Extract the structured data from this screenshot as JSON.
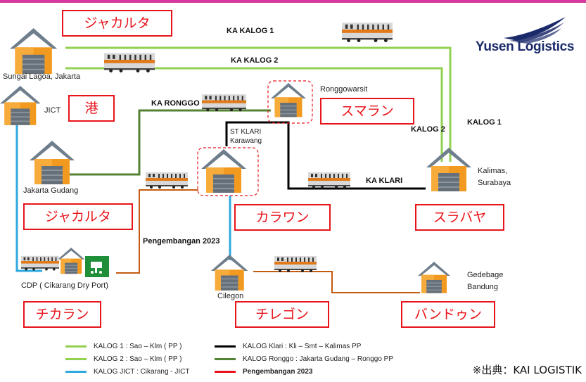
{
  "colors": {
    "kalog1": "#92d050",
    "kalog2": "#92d050",
    "jict": "#30a8e0",
    "klari": "#000000",
    "ronggo": "#548235",
    "dev2023": "#c55a11",
    "accent": "#e8141b"
  },
  "region_labels": {
    "jakarta_top": "ジャカルタ",
    "port": "港",
    "semarang": "スマラン",
    "jakarta_mid": "ジャカルタ",
    "karawang": "カラワン",
    "surabaya": "スラバヤ",
    "cikarang": "チカラン",
    "cilegon": "チレゴン",
    "bandung": "バンドゥン"
  },
  "stations": {
    "sungai_lagoa": "Sungai Lagoa, Jakarta",
    "jict": "JICT",
    "jakarta_gudang": "Jakarta Gudang",
    "cdp": "CDP ( Cikarang  Dry Port)",
    "ronggowarsit": "Ronggowarsit",
    "st_klari_1": "ST KLARI",
    "st_klari_2": "Karawang",
    "kalimas_1": "Kalimas,",
    "kalimas_2": "Surabaya",
    "cilegon": "Cilegon",
    "gedebage_1": "Gedebage",
    "gedebage_2": "Bandung"
  },
  "routes": {
    "ka_kalog1": "KA KALOG  1",
    "ka_kalog2": "KA  KALOG  2",
    "ka_ronggo": "KA RONGGO",
    "kalog2": "KALOG  2",
    "kalog1": "KALOG  1",
    "ka_klari": "KA KLARI",
    "pengembangan": "Pengembangan 2023"
  },
  "legend": [
    {
      "text": "KALOG 1 : Sao – Klm ( PP )",
      "color": "#92d050"
    },
    {
      "text": "KALOG 2 : Sao –  Klm ( PP )",
      "color": "#92d050"
    },
    {
      "text": "KALOG JICT  :  Cikarang - JICT",
      "color": "#30a8e0"
    },
    {
      "text": "KALOG Klari : Kli – Smt – Kalimas PP",
      "color": "#000000"
    },
    {
      "text": "KALOG Ronggo : Jakarta Gudang  – Ronggo PP",
      "color": "#548235"
    },
    {
      "text": "Pengembangan 2023",
      "color": "#e8141b"
    }
  ],
  "logo": "Yusen Logistics",
  "source": "※出典：KAI LOGISTIK"
}
